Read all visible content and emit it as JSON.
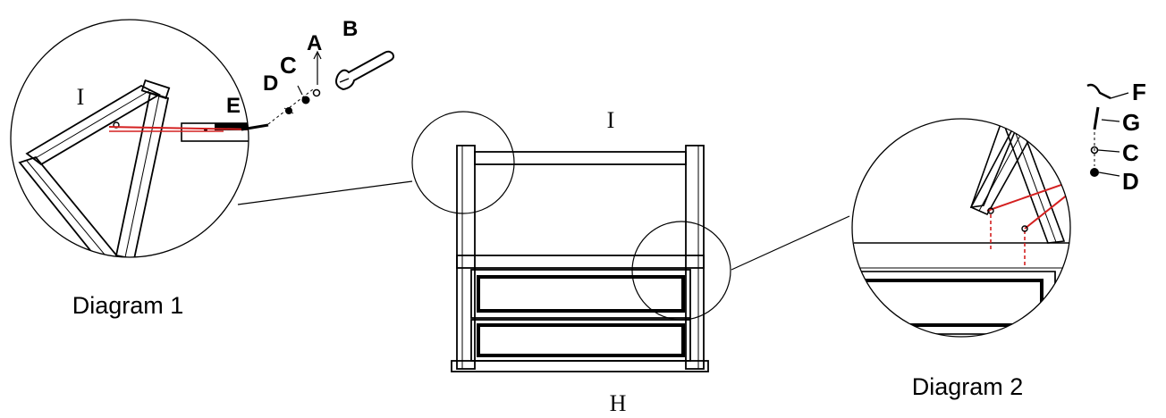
{
  "diagram1": {
    "caption": "Diagram 1",
    "frame_label": "I",
    "parts": {
      "e": "E",
      "d": "D",
      "c": "C",
      "a": "A",
      "b": "B"
    }
  },
  "main": {
    "top_label": "I",
    "bottom_label": "H"
  },
  "diagram2": {
    "caption": "Diagram 2",
    "parts": {
      "f": "F",
      "g": "G",
      "c": "C",
      "d": "D"
    }
  },
  "colors": {
    "line": "#000000",
    "highlight": "#d42020",
    "background": "#ffffff"
  }
}
